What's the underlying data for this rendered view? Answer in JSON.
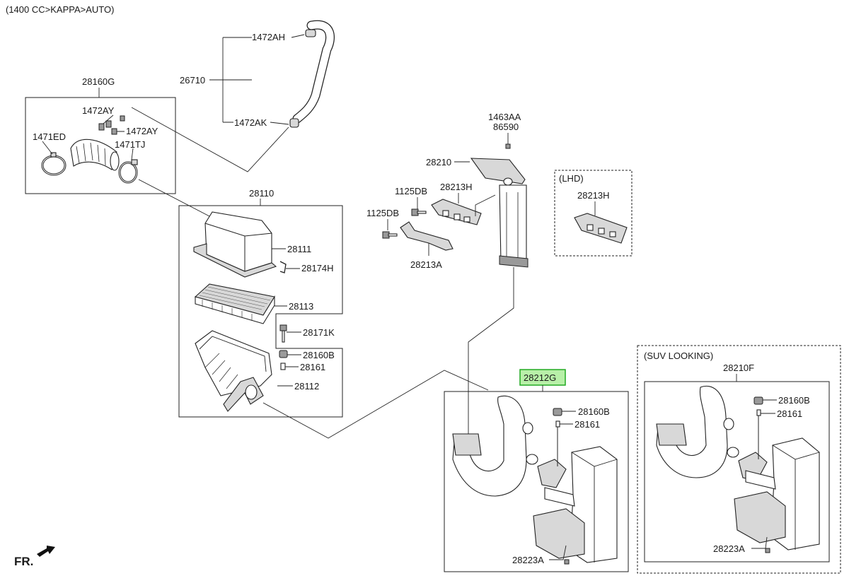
{
  "header": {
    "engine_spec": "(1400 CC>KAPPA>AUTO)"
  },
  "labels": {
    "p1472AH": "1472AH",
    "p26710": "26710",
    "p1472AK": "1472AK",
    "p28160G": "28160G",
    "p1472AY_a": "1472AY",
    "p1472AY_b": "1472AY",
    "p1471ED": "1471ED",
    "p1471TJ": "1471TJ",
    "p28110": "28110",
    "p28111": "28111",
    "p28174H": "28174H",
    "p28113": "28113",
    "p28171K": "28171K",
    "p28160B": "28160B",
    "p28161": "28161",
    "p28112": "28112",
    "p1463AA": "1463AA",
    "p86590": "86590",
    "p28210": "28210",
    "p1125DB_a": "1125DB",
    "p1125DB_b": "1125DB",
    "p28213H": "28213H",
    "p28213A": "28213A",
    "lhd": "(LHD)",
    "p28213H_lhd": "28213H",
    "p28212G": "28212G",
    "p28160B_r": "28160B",
    "p28161_r": "28161",
    "p28223A": "28223A",
    "suv": "(SUV LOOKING)",
    "p28210F": "28210F",
    "p28160B_suv": "28160B",
    "p28161_suv": "28161",
    "p28223A_suv": "28223A",
    "fr": "FR."
  },
  "highlight": {
    "part": "28212G",
    "color": "#b8f0a8"
  }
}
